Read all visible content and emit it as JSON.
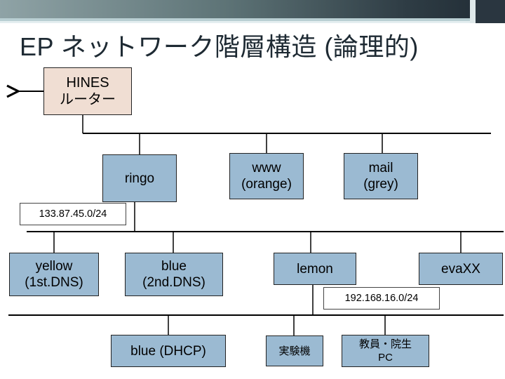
{
  "slide": {
    "title": "EP ネットワーク階層構造 (論理的)"
  },
  "nodes": {
    "hines": "HINES\nルーター",
    "ringo": "ringo",
    "www": "www\n(orange)",
    "mail": "mail\n(grey)",
    "yellow": "yellow\n(1st.DNS)",
    "blue_dns": "blue\n(2nd.DNS)",
    "lemon": "lemon",
    "evaxx": "evaXX",
    "blue_dhcp": "blue (DHCP)",
    "jikkenki": "実験機",
    "kyoin_pc": "教員・院生\nPC"
  },
  "subnets": {
    "upper": "133.87.45.0/24",
    "lower": "192.168.16.0/24"
  },
  "colors": {
    "node_fill": "#9bbad2",
    "router_fill": "#f0ded3",
    "line": "#000000"
  }
}
